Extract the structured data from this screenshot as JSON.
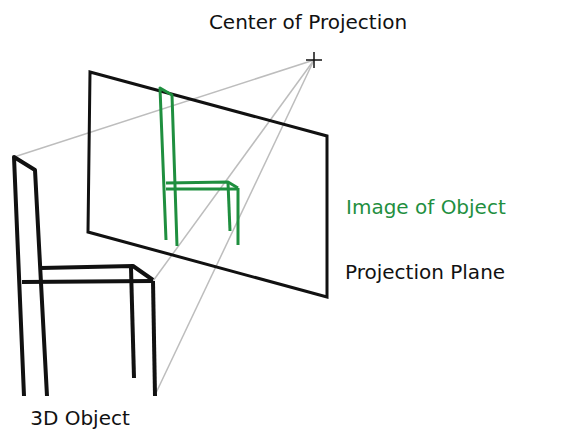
{
  "diagram": {
    "labels": [
      "Center of Projection",
      "Image of Object",
      "Projection Plane",
      "3D Object"
    ]
  }
}
